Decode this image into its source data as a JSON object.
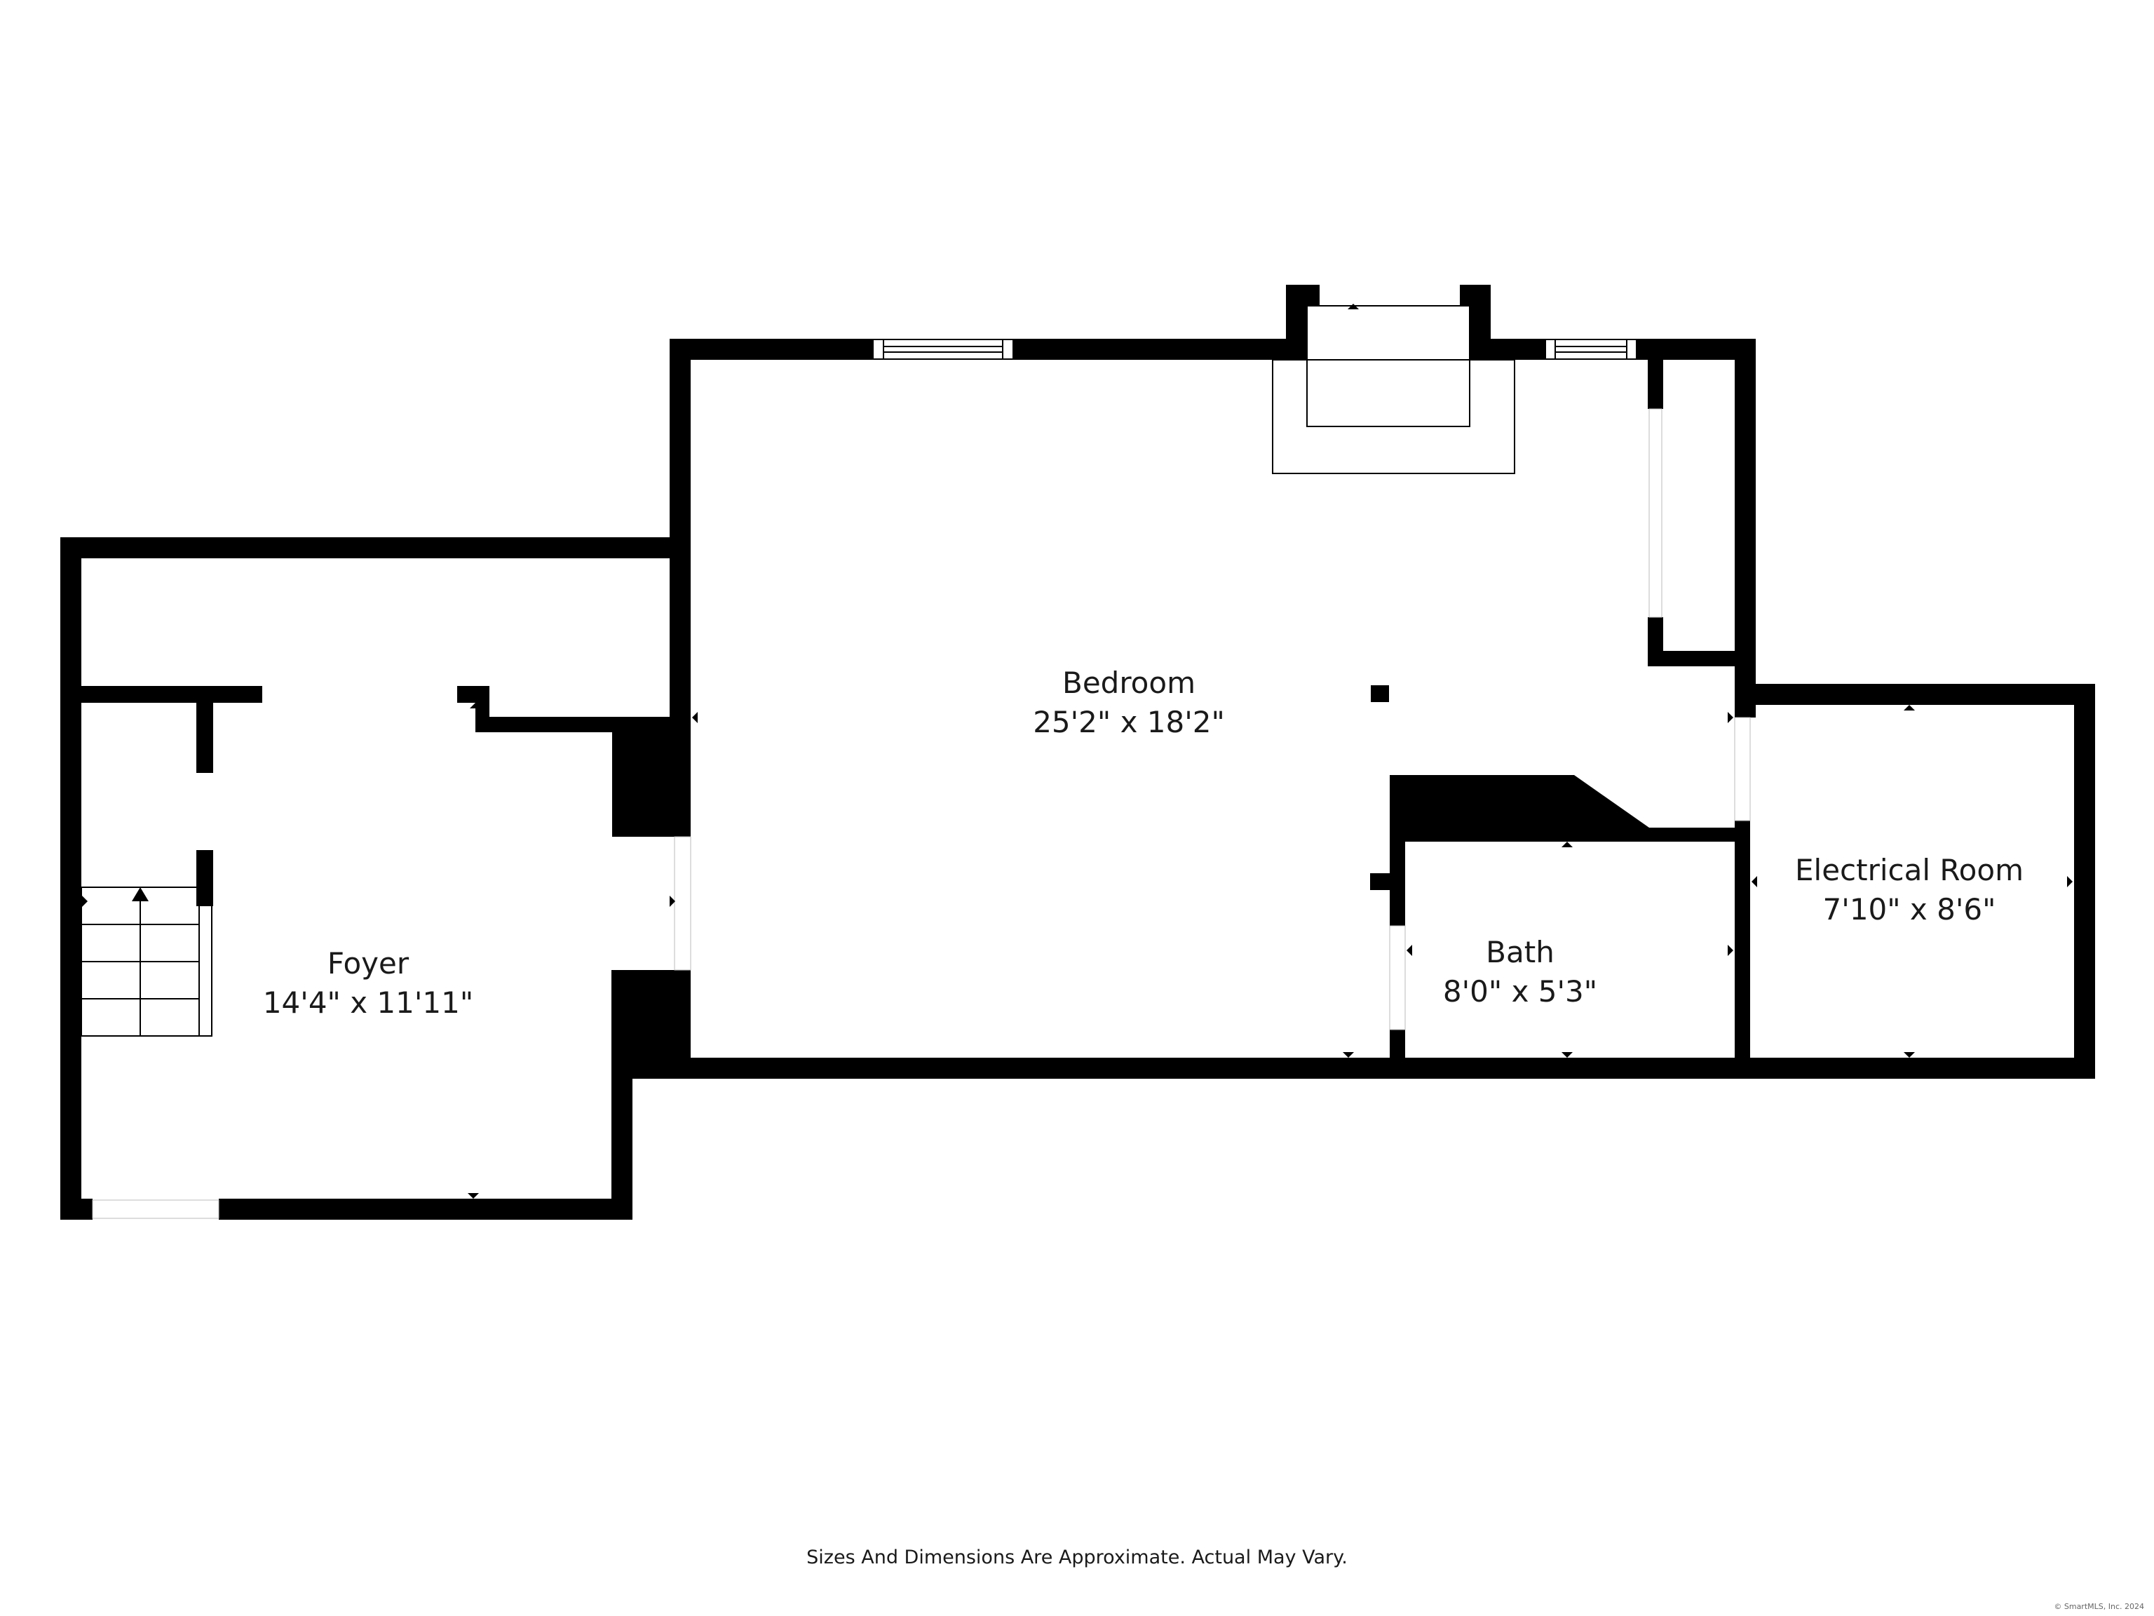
{
  "rooms": {
    "bedroom": {
      "name": "Bedroom",
      "dims": "25'2\" x 18'2\""
    },
    "foyer": {
      "name": "Foyer",
      "dims": "14'4\" x 11'11\""
    },
    "bath": {
      "name": "Bath",
      "dims": "8'0\" x 5'3\""
    },
    "electrical": {
      "name": "Electrical Room",
      "dims": "7'10\" x 8'6\""
    }
  },
  "disclaimer": "Sizes And Dimensions Are Approximate. Actual May Vary.",
  "copyright": "© SmartMLS, Inc. 2024",
  "colors": {
    "wall": "#000000",
    "background": "#ffffff",
    "text": "#1a1a1a"
  }
}
